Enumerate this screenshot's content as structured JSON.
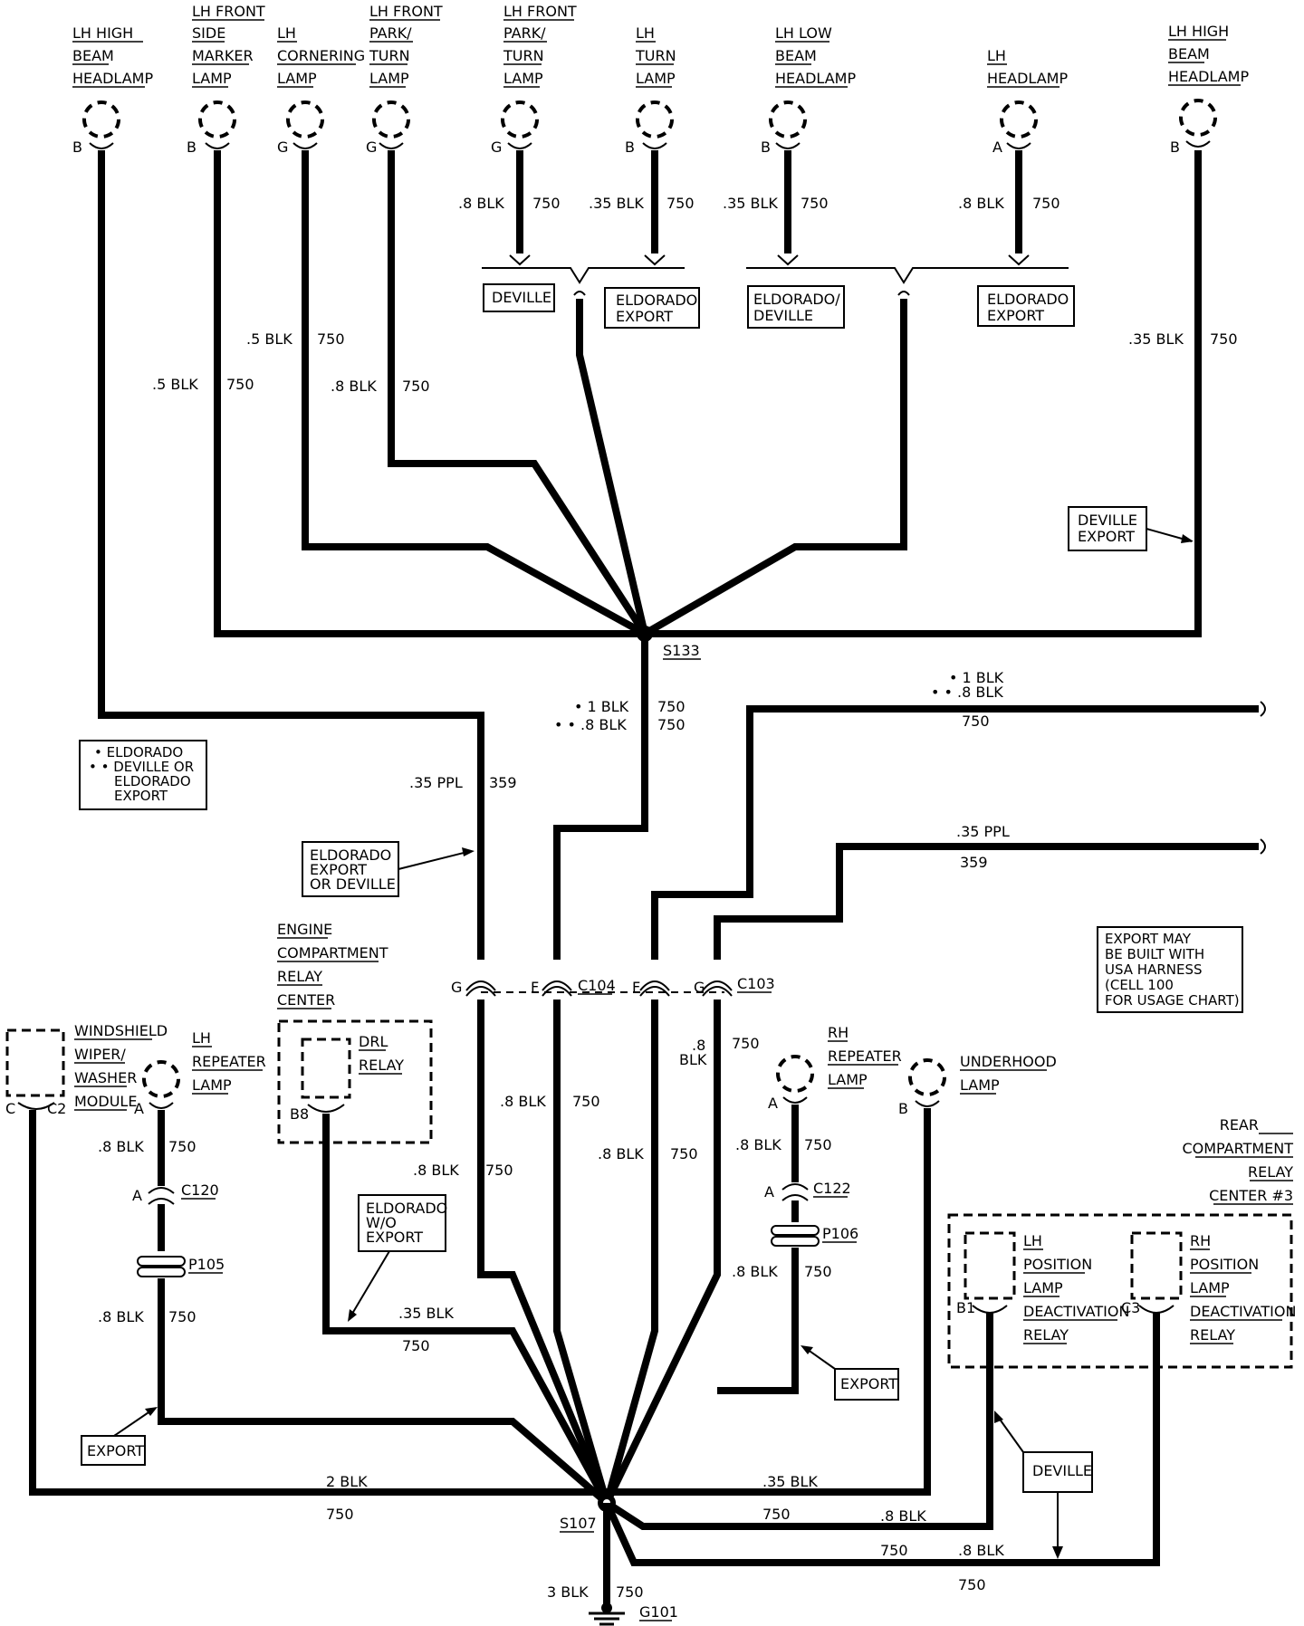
{
  "lamps_top": [
    {
      "id": "lh-high-beam-headlamp",
      "label": [
        "LH HIGH",
        "BEAM",
        "HEADLAMP"
      ],
      "pin": "B"
    },
    {
      "id": "lh-front-side-marker-lamp",
      "label": [
        "LH FRONT",
        "SIDE",
        "MARKER",
        "LAMP"
      ],
      "pin": "B"
    },
    {
      "id": "lh-cornering-lamp",
      "label": [
        "LH",
        "CORNERING",
        "LAMP"
      ],
      "pin": "G"
    },
    {
      "id": "lh-front-park-turn-lamp-1",
      "label": [
        "LH FRONT",
        "PARK/",
        "TURN",
        "LAMP"
      ],
      "pin": "G"
    },
    {
      "id": "lh-front-park-turn-lamp-2",
      "label": [
        "LH FRONT",
        "PARK/",
        "TURN",
        "LAMP"
      ],
      "pin": "G"
    },
    {
      "id": "lh-turn-lamp",
      "label": [
        "LH",
        "TURN",
        "LAMP"
      ],
      "pin": "B"
    },
    {
      "id": "lh-low-beam-headlamp",
      "label": [
        "LH LOW",
        "BEAM",
        "HEADLAMP"
      ],
      "pin": "B"
    },
    {
      "id": "lh-headlamp",
      "label": [
        "LH",
        "HEADLAMP"
      ],
      "pin": "A"
    },
    {
      "id": "lh-high-beam-headlamp-export",
      "label": [
        "LH HIGH",
        "BEAM",
        "HEADLAMP"
      ],
      "pin": "B"
    }
  ],
  "wires": {
    "w08blk": ".8 BLK",
    "w035blk": ".35 BLK",
    "w05blk": ".5 BLK",
    "w1blk_s": "• 1 BLK",
    "w08blk_ss": "• • .8 BLK",
    "w035ppl": ".35 PPL",
    "w2blk": "2 BLK",
    "w3blk": "3 BLK",
    "c750": "750",
    "c359": "359",
    "w08": ".8",
    "blk": "BLK"
  },
  "boxes": {
    "deville": "DEVILLE",
    "eldorado_export": [
      "ELDORADO",
      "EXPORT"
    ],
    "eldorado_deville": [
      "ELDORADO/",
      "DEVILLE"
    ],
    "deville_export": [
      "DEVILLE",
      "EXPORT"
    ],
    "eldorado_export_or_deville": [
      "ELDORADO",
      "EXPORT",
      "OR DEVILLE"
    ],
    "eldorado_wo_export": [
      "ELDORADO",
      "W/O",
      "EXPORT"
    ],
    "export": "EXPORT",
    "deville_bottom": "DEVILLE"
  },
  "legend": [
    "• ELDORADO",
    "• • DEVILLE OR",
    "ELDORADO",
    "EXPORT"
  ],
  "note": [
    "EXPORT MAY",
    "BE BUILT WITH",
    "USA HARNESS",
    "(CELL 100",
    "FOR USAGE CHART)"
  ],
  "splices": {
    "s133": "S133",
    "s107": "S107",
    "g101": "G101"
  },
  "connectors": {
    "c104": "C104",
    "c103": "C103",
    "c120": "C120",
    "c122": "C122",
    "p105": "P105",
    "p106": "P106",
    "pin_g": "G",
    "pin_f": "F",
    "pin_a": "A",
    "pin_b": "B",
    "pin_c": "C",
    "pin_c2": "C2",
    "pin_b8": "B8",
    "pin_b1": "B1",
    "pin_c3": "C3"
  },
  "components": {
    "windshield": [
      "WINDSHIELD",
      "WIPER/",
      "WASHER",
      "MODULE"
    ],
    "lh_repeater": [
      "LH",
      "REPEATER",
      "LAMP"
    ],
    "ecrc": [
      "ENGINE",
      "COMPARTMENT",
      "RELAY",
      "CENTER"
    ],
    "drl": [
      "DRL",
      "RELAY"
    ],
    "rh_repeater": [
      "RH",
      "REPEATER",
      "LAMP"
    ],
    "underhood": [
      "UNDERHOOD",
      "LAMP"
    ],
    "rcrc": [
      "REAR",
      "COMPARTMENT",
      "RELAY",
      "CENTER #3"
    ],
    "lh_position": [
      "LH",
      "POSITION",
      "LAMP",
      "DEACTIVATION",
      "RELAY"
    ],
    "rh_position": [
      "RH",
      "POSITION",
      "LAMP",
      "DEACTIVATION",
      "RELAY"
    ]
  }
}
